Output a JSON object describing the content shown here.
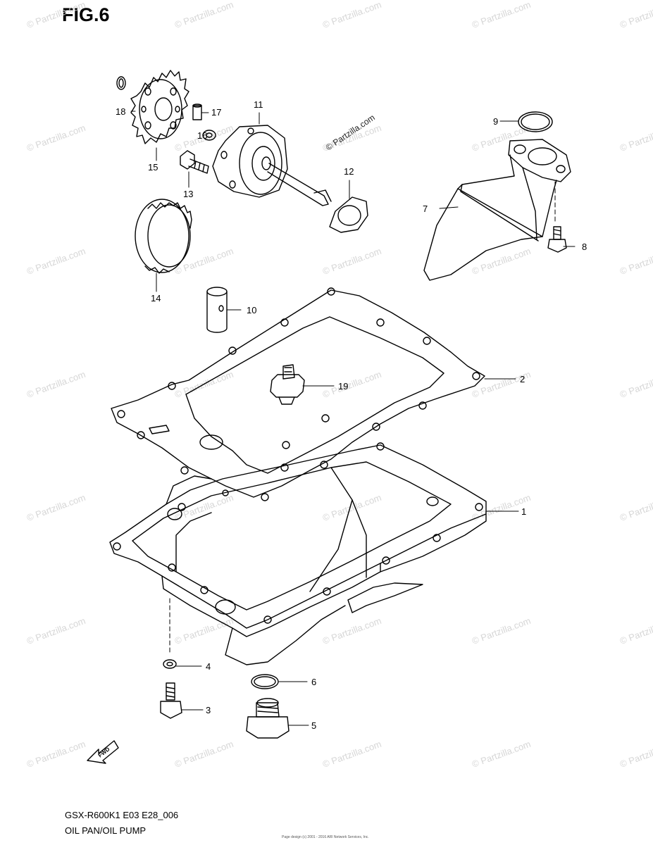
{
  "figure": {
    "title": "FIG.6",
    "code": "GSX-R600K1 E03 E28_006",
    "name": "OIL PAN/OIL PUMP",
    "fine_print_1": "",
    "fine_print_2": "Page design (c) 2001 - 2016 ARI Network Services, Inc."
  },
  "watermark": {
    "text": "© Partzilla.com",
    "color": "#d6d6d6"
  },
  "inline_credit": "© Partzilla.com",
  "fwd_label": "FWD",
  "callouts": [
    {
      "id": "1",
      "label": "1"
    },
    {
      "id": "2",
      "label": "2"
    },
    {
      "id": "3",
      "label": "3"
    },
    {
      "id": "4",
      "label": "4"
    },
    {
      "id": "5",
      "label": "5"
    },
    {
      "id": "6",
      "label": "6"
    },
    {
      "id": "7",
      "label": "7"
    },
    {
      "id": "8",
      "label": "8"
    },
    {
      "id": "9",
      "label": "9"
    },
    {
      "id": "10",
      "label": "10"
    },
    {
      "id": "11",
      "label": "11"
    },
    {
      "id": "12",
      "label": "12"
    },
    {
      "id": "13",
      "label": "13"
    },
    {
      "id": "14",
      "label": "14"
    },
    {
      "id": "15",
      "label": "15"
    },
    {
      "id": "16",
      "label": "16"
    },
    {
      "id": "17",
      "label": "17"
    },
    {
      "id": "18",
      "label": "18"
    },
    {
      "id": "19",
      "label": "19"
    }
  ]
}
